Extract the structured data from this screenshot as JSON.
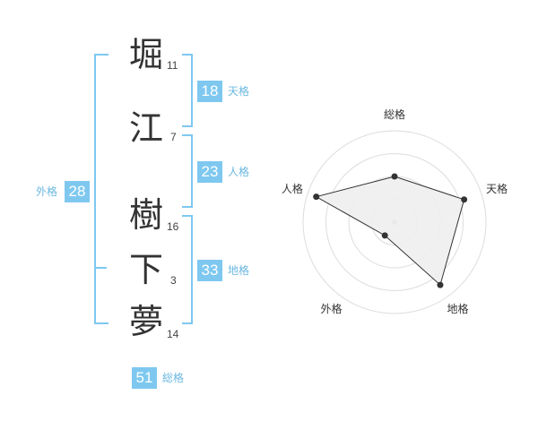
{
  "colors": {
    "accent": "#7ec8f0",
    "label": "#6cb8e0",
    "text": "#333333",
    "grid": "#dddddd",
    "fill": "#eeeeee",
    "line": "#333333"
  },
  "name": {
    "characters": [
      {
        "char": "堀",
        "strokes": "11"
      },
      {
        "char": "江",
        "strokes": "7"
      },
      {
        "char": "樹",
        "strokes": "16"
      },
      {
        "char": "下",
        "strokes": "3"
      },
      {
        "char": "夢",
        "strokes": "14"
      }
    ]
  },
  "fortunes": {
    "tenkaku": {
      "value": "18",
      "label": "天格"
    },
    "jinkaku": {
      "value": "23",
      "label": "人格"
    },
    "chikaku": {
      "value": "33",
      "label": "地格"
    },
    "gaikaku": {
      "value": "28",
      "label": "外格"
    },
    "soukaku": {
      "value": "51",
      "label": "総格"
    }
  },
  "chart_data": {
    "type": "radar",
    "axes": [
      "総格",
      "天格",
      "地格",
      "外格",
      "人格"
    ],
    "values": [
      0.5,
      0.8,
      0.85,
      0.18,
      0.9
    ],
    "rings": 4,
    "grid": true
  }
}
